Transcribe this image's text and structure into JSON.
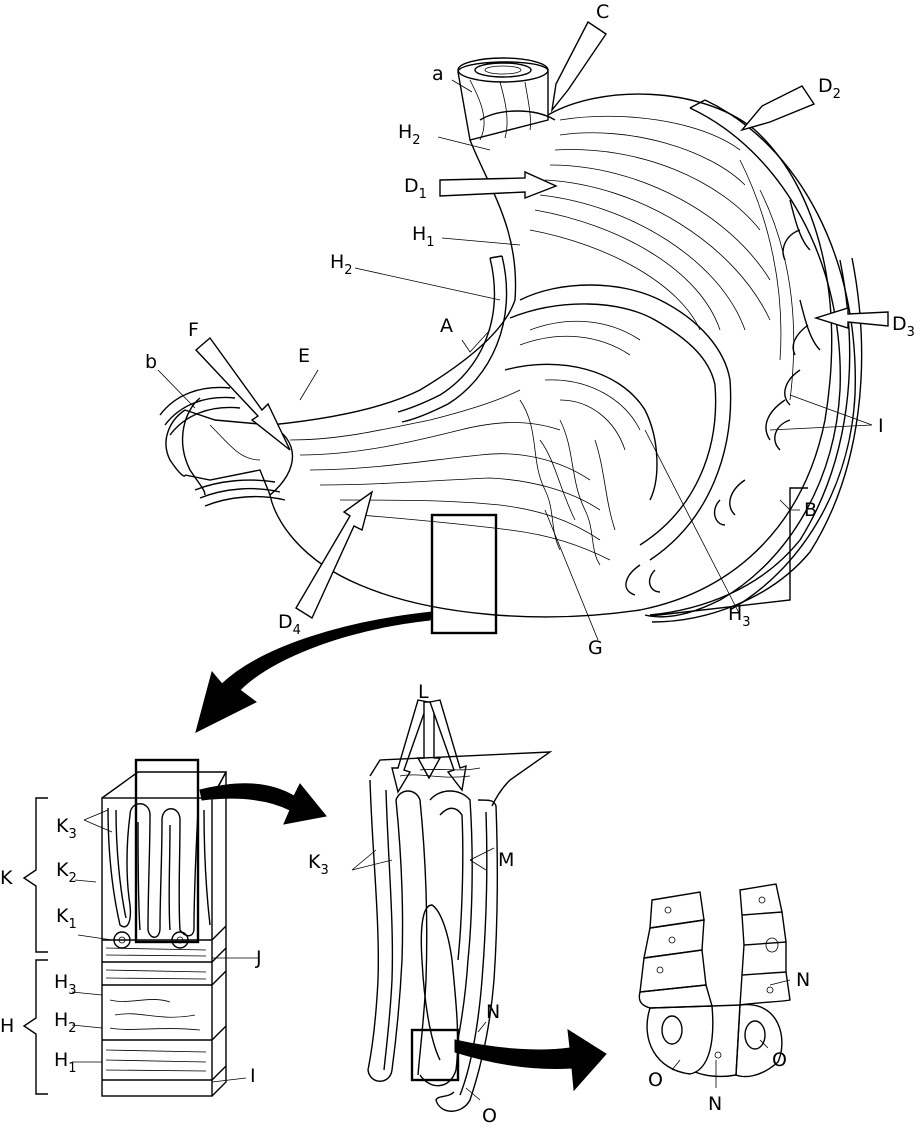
{
  "labels": {
    "a": "a",
    "b": "b",
    "A": "A",
    "B": "B",
    "C": "C",
    "D1": {
      "main": "D",
      "sub": "1"
    },
    "D2": {
      "main": "D",
      "sub": "2"
    },
    "D3": {
      "main": "D",
      "sub": "3"
    },
    "D4": {
      "main": "D",
      "sub": "4"
    },
    "E": "E",
    "F": "F",
    "G": "G",
    "H1_top": {
      "main": "H",
      "sub": "1"
    },
    "H2_top_a": {
      "main": "H",
      "sub": "2"
    },
    "H2_top_b": {
      "main": "H",
      "sub": "2"
    },
    "H3_top": {
      "main": "H",
      "sub": "3"
    },
    "I_top": "I",
    "K": "K",
    "K1": {
      "main": "K",
      "sub": "1"
    },
    "K2": {
      "main": "K",
      "sub": "2"
    },
    "K3_block": {
      "main": "K",
      "sub": "3"
    },
    "J": "J",
    "H": "H",
    "H1_block": {
      "main": "H",
      "sub": "1"
    },
    "H2_block": {
      "main": "H",
      "sub": "2"
    },
    "H3_block": {
      "main": "H",
      "sub": "3"
    },
    "I_block": "I",
    "L": "L",
    "M": "M",
    "K3_gland": {
      "main": "K",
      "sub": "3"
    },
    "N_gland": "N",
    "O_gland": "O",
    "N_cells_a": "N",
    "N_cells_b": "N",
    "O_cells_a": "O",
    "O_cells_b": "O"
  }
}
